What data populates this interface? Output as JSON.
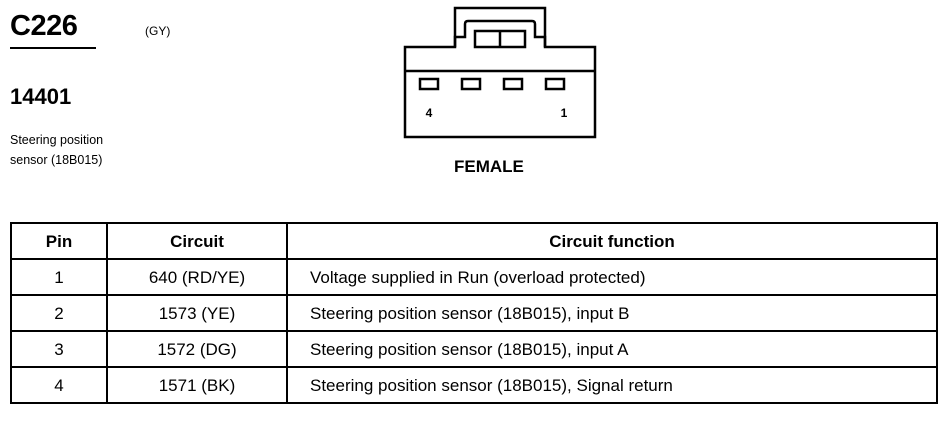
{
  "connector": {
    "id": "C226",
    "color_code": "(GY)",
    "part_number": "14401",
    "description_lines": [
      "Steering position",
      "sensor (18B015)"
    ],
    "gender": "FEMALE",
    "pin_labels": {
      "left": "4",
      "right": "1"
    }
  },
  "table": {
    "headers": {
      "pin": "Pin",
      "circuit": "Circuit",
      "function": "Circuit function"
    },
    "rows": [
      {
        "pin": "1",
        "circuit": "640 (RD/YE)",
        "function": "Voltage supplied in Run (overload protected)"
      },
      {
        "pin": "2",
        "circuit": "1573 (YE)",
        "function": "Steering position sensor (18B015), input B"
      },
      {
        "pin": "3",
        "circuit": "1572 (DG)",
        "function": "Steering position sensor (18B015), input A"
      },
      {
        "pin": "4",
        "circuit": "1571 (BK)",
        "function": "Steering position sensor (18B015), Signal return"
      }
    ]
  }
}
